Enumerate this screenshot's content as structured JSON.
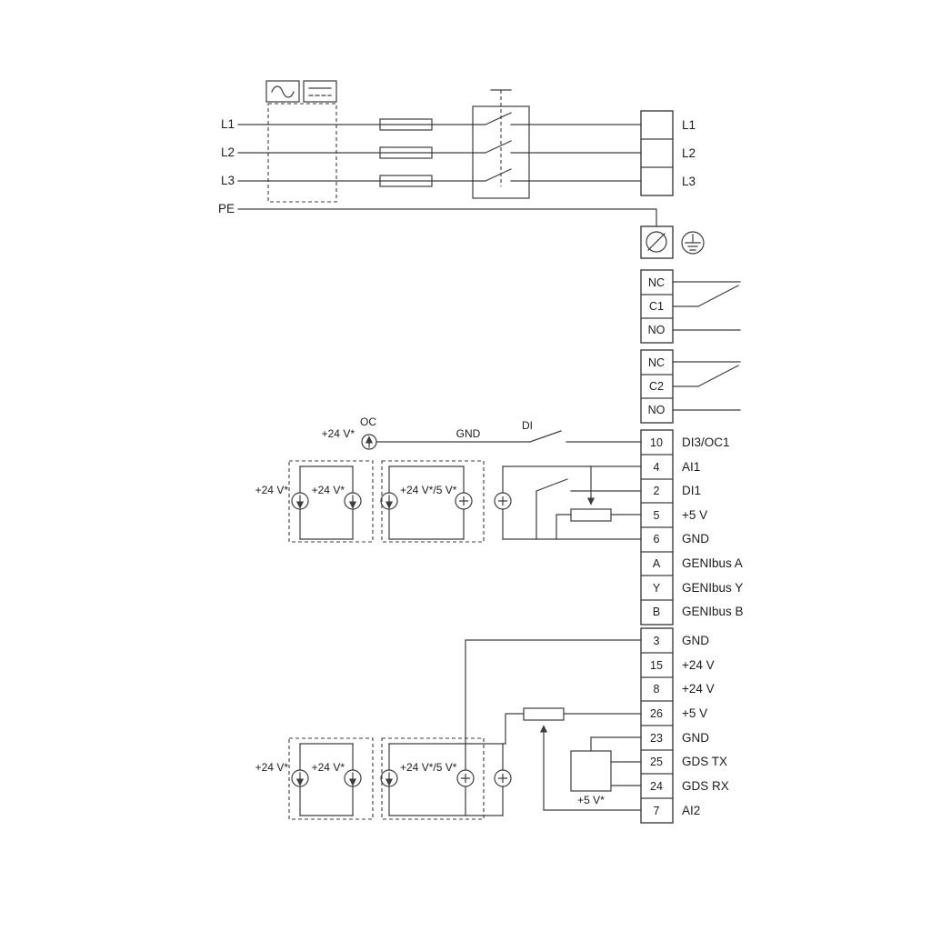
{
  "colors": {
    "line": "#3d3d3d",
    "text": "#1c1c1c",
    "background": "#ffffff"
  },
  "icons": {
    "ac": "ac-waveform-icon",
    "dc": "dc-voltage-icon",
    "fuse": "fuse-icon",
    "main_switch": "main-switch-icon",
    "pe_terminal": "pe-screw-terminal-icon",
    "earth": "earth-ground-icon",
    "current_source": "current-source-arrow-icon",
    "aux_source": "circle-plus-source-icon",
    "potentiometer": "potentiometer-icon",
    "sensor": "sensor-box-icon"
  },
  "power": {
    "input_labels": [
      "L1",
      "L2",
      "L3"
    ],
    "pe_label": "PE",
    "terminal_labels": [
      "L1",
      "L2",
      "L3"
    ]
  },
  "relays": [
    {
      "pins": [
        "NC",
        "C1",
        "NO"
      ]
    },
    {
      "pins": [
        "NC",
        "C2",
        "NO"
      ]
    }
  ],
  "io_top": {
    "v24_label": "+24 V*",
    "oc_label": "OC",
    "gnd_label": "GND",
    "di_label": "DI",
    "source_labels": [
      "+24 V*",
      "+24 V*",
      "+24 V*/5 V*"
    ],
    "terminals": [
      {
        "pin": "10",
        "label": "DI3/OC1"
      },
      {
        "pin": "4",
        "label": "AI1"
      },
      {
        "pin": "2",
        "label": "DI1"
      },
      {
        "pin": "5",
        "label": "+5 V"
      },
      {
        "pin": "6",
        "label": "GND"
      },
      {
        "pin": "A",
        "label": "GENIbus A"
      },
      {
        "pin": "Y",
        "label": "GENIbus Y"
      },
      {
        "pin": "B",
        "label": "GENIbus B"
      }
    ]
  },
  "io_bottom": {
    "source_labels": [
      "+24 V*",
      "+24 V*",
      "+24 V*/5 V*"
    ],
    "sensor_supply_label": "+5 V*",
    "terminals": [
      {
        "pin": "3",
        "label": "GND"
      },
      {
        "pin": "15",
        "label": "+24 V"
      },
      {
        "pin": "8",
        "label": "+24 V"
      },
      {
        "pin": "26",
        "label": "+5 V"
      },
      {
        "pin": "23",
        "label": "GND"
      },
      {
        "pin": "25",
        "label": "GDS TX"
      },
      {
        "pin": "24",
        "label": "GDS RX"
      },
      {
        "pin": "7",
        "label": "AI2"
      }
    ]
  }
}
